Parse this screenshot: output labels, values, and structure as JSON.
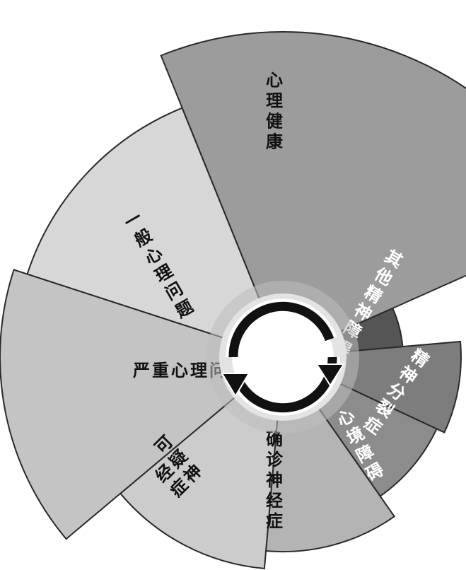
{
  "segments": [
    {
      "id": "health",
      "label": "心理健康",
      "fill": "#9c9c9c",
      "text_color": "#111111"
    },
    {
      "id": "other-disorders",
      "label": "其他精神障碍",
      "fill": "#555555",
      "text_color": "#ffffff"
    },
    {
      "id": "schizophrenia",
      "label": "精神分裂症",
      "fill": "#7d7d7d",
      "text_color": "#ffffff"
    },
    {
      "id": "mood-disorders",
      "label": "心境障碍",
      "fill": "#8c8c8c",
      "text_color": "#ffffff"
    },
    {
      "id": "neurosis",
      "label": "确诊神经症",
      "fill": "#b4b4b4",
      "text_color": "#111111"
    },
    {
      "id": "suspected-neurosis",
      "label": "可疑神经症",
      "fill": "#cccccc",
      "text_color": "#111111"
    },
    {
      "id": "severe-problems",
      "label": "严重心理问题",
      "fill": "#c4c4c4",
      "text_color": "#111111"
    },
    {
      "id": "general-problems",
      "label": "一般心理问题",
      "fill": "#d7d7d7",
      "text_color": "#111111"
    }
  ],
  "cycle": {
    "icon": "circular-arrows-icon"
  }
}
